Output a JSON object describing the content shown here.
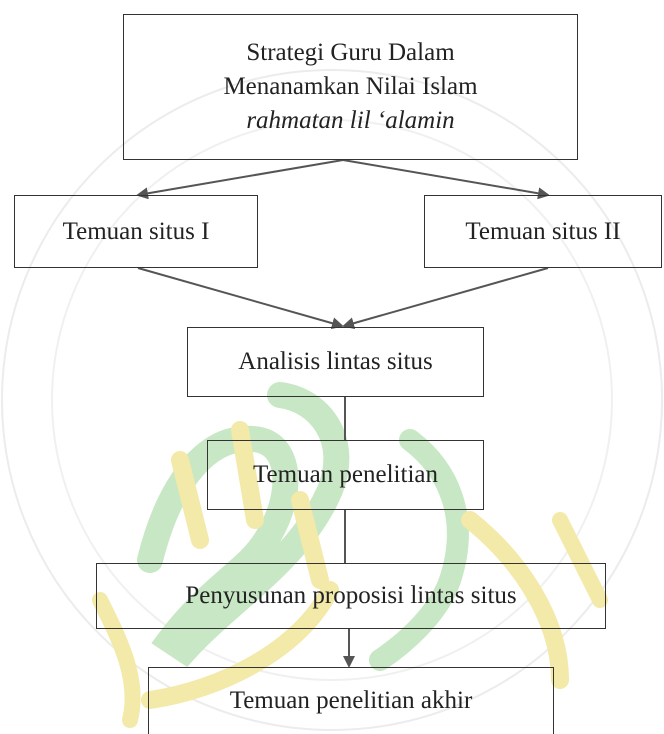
{
  "flowchart": {
    "root": {
      "line1": "Strategi Guru Dalam",
      "line2": "Menanamkan Nilai Islam",
      "line3": "rahmatan lil ‘alamin"
    },
    "site1": "Temuan situs I",
    "site2": "Temuan situs II",
    "cross_analysis": "Analisis lintas situs",
    "findings": "Temuan penelitian",
    "proposition": "Penyusunan proposisi lintas situs",
    "final_findings": "Temuan penelitian akhir"
  },
  "colors": {
    "line": "#555555",
    "watermark_green": "#bfe3bc",
    "watermark_yellow": "#f4eaa6",
    "watermark_gray": "#e8e8e8"
  }
}
